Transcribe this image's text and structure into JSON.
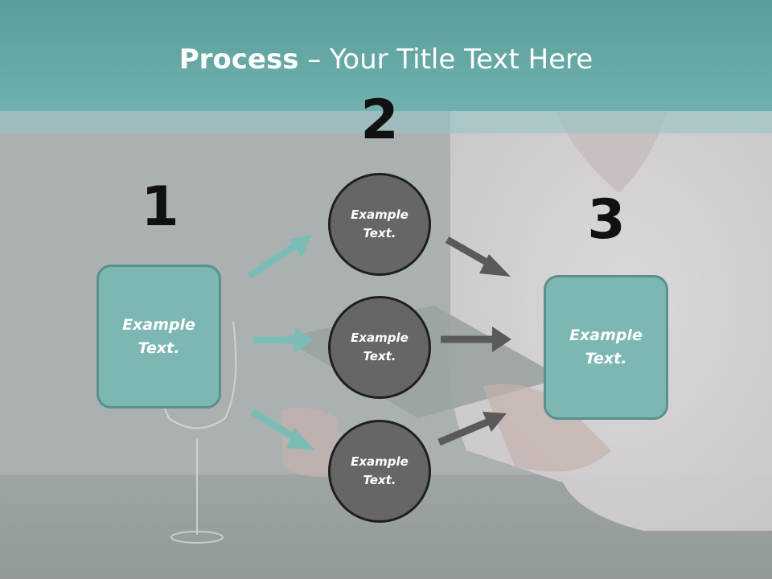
{
  "title": {
    "bold": "Process",
    "rest": " – Your Title Text Here"
  },
  "steps": [
    {
      "number": "1",
      "text": "Example Text."
    },
    {
      "number": "2",
      "items": [
        {
          "text": "Example Text."
        },
        {
          "text": "Example Text."
        },
        {
          "text": "Example Text."
        }
      ]
    },
    {
      "number": "3",
      "text": "Example Text."
    }
  ],
  "colors": {
    "teal_band": "#6fb1ae",
    "teal_box": "#7db7b3",
    "teal_arrow": "#7bbcb6",
    "gray_circle": "#666666",
    "gray_arrow": "#5a5a5a"
  },
  "background_photo": "woman-with-tablet-and-wine-glass"
}
